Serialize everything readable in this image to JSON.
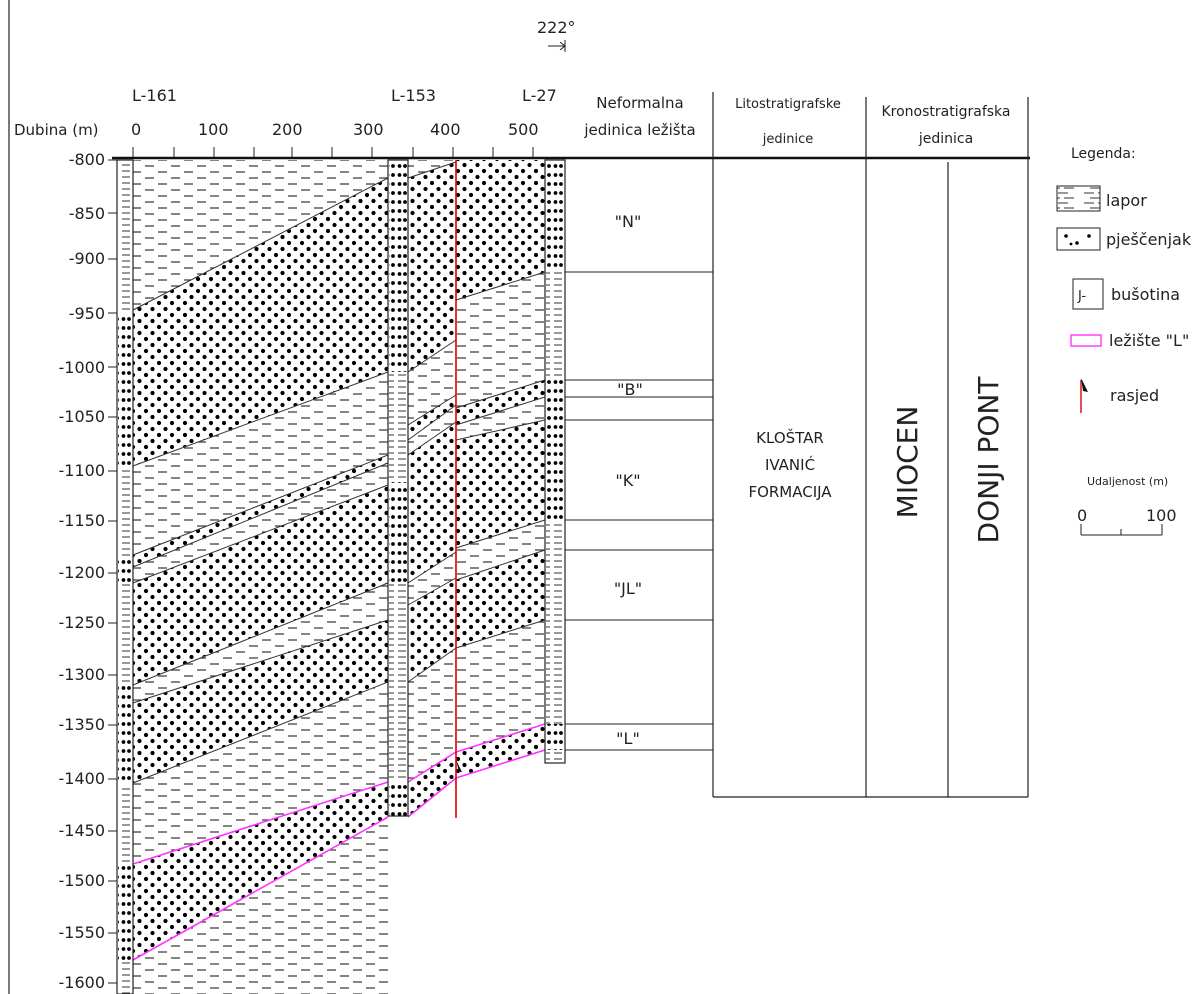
{
  "orientation": {
    "label": "222°"
  },
  "y_axis": {
    "label": "Dubina (m)",
    "ticks": [
      "-800",
      "-850",
      "-900",
      "-950",
      "-1000",
      "-1050",
      "-1100",
      "-1150",
      "-1200",
      "-1250",
      "-1300",
      "-1350",
      "-1400",
      "-1450",
      "-1500",
      "-1550",
      "-1600"
    ]
  },
  "x_axis": {
    "ticks": [
      "0",
      "100",
      "200",
      "300",
      "400",
      "500"
    ]
  },
  "wells": [
    {
      "name": "L-161"
    },
    {
      "name": "L-153"
    },
    {
      "name": "L-27"
    }
  ],
  "columns": {
    "informal": {
      "title_line1": "Neformalna",
      "title_line2": "jedinica ležišta"
    },
    "litho": {
      "title_line1": "Litostratigrafske",
      "title_line2": "jedinice"
    },
    "krono": {
      "title_line1": "Kronostratigrafska",
      "title_line2": "jedinica"
    }
  },
  "units": [
    {
      "label": "\"N\""
    },
    {
      "label": "\"B\""
    },
    {
      "label": "\"K\""
    },
    {
      "label": "\"JL\""
    },
    {
      "label": "\"L\""
    }
  ],
  "litho_unit": {
    "line1": "KLOŠTAR",
    "line2": "IVANIĆ",
    "line3": "FORMACIJA"
  },
  "krono_units": {
    "epoch": "MIOCEN",
    "stage": "DONJI PONT"
  },
  "legend": {
    "title": "Legenda:",
    "items": [
      {
        "label": "lapor",
        "icon": "marl-dash-pattern-icon"
      },
      {
        "label": "pješčenjak",
        "icon": "sandstone-dot-pattern-icon"
      },
      {
        "label": "bušotina",
        "icon": "well-symbol-icon",
        "symbol": "J-"
      },
      {
        "label": "ležište \"L\"",
        "icon": "reservoir-box-icon",
        "color": "#ff33ff"
      },
      {
        "label": "rasjed",
        "icon": "fault-arrow-icon",
        "color": "#e00000"
      }
    ],
    "scale": {
      "title": "Udaljenost (m)",
      "start": "0",
      "end": "100"
    }
  },
  "colors": {
    "fault": "#e00000",
    "reservoir_L": "#ff33ff",
    "line": "#222222"
  }
}
